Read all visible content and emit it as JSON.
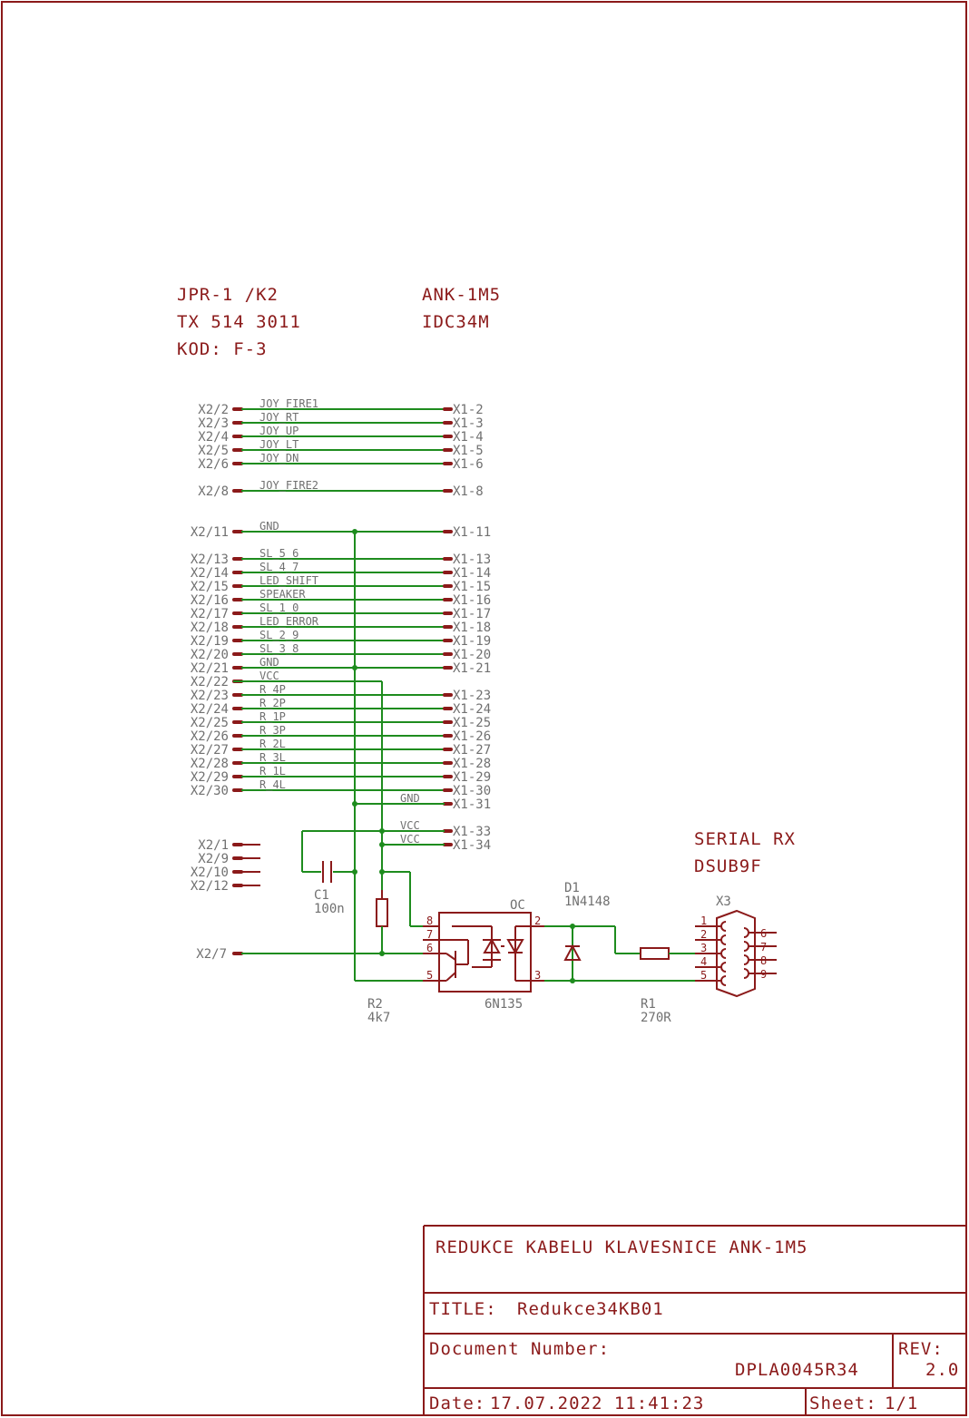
{
  "notes": {
    "left": [
      "JPR-1 /K2",
      "TX 514 3011",
      "KOD: F-3"
    ],
    "right": [
      "ANK-1M5",
      "IDC34M"
    ],
    "serial": [
      "SERIAL RX",
      "DSUB9F"
    ]
  },
  "connections": [
    {
      "l": "X2/2",
      "net": "JOY_FIRE1",
      "r": "X1-2"
    },
    {
      "l": "X2/3",
      "net": "JOY_RT",
      "r": "X1-3"
    },
    {
      "l": "X2/4",
      "net": "JOY_UP",
      "r": "X1-4"
    },
    {
      "l": "X2/5",
      "net": "JOY_LT",
      "r": "X1-5"
    },
    {
      "l": "X2/6",
      "net": "JOY_DN",
      "r": "X1-6"
    },
    {
      "l": "X2/8",
      "net": "JOY_FIRE2",
      "r": "X1-8"
    },
    {
      "l": "X2/11",
      "net": "GND",
      "r": "X1-11"
    },
    {
      "l": "X2/13",
      "net": "SL_5_6",
      "r": "X1-13"
    },
    {
      "l": "X2/14",
      "net": "SL_4_7",
      "r": "X1-14"
    },
    {
      "l": "X2/15",
      "net": "LED_SHIFT",
      "r": "X1-15"
    },
    {
      "l": "X2/16",
      "net": "SPEAKER",
      "r": "X1-16"
    },
    {
      "l": "X2/17",
      "net": "SL_1_0",
      "r": "X1-17"
    },
    {
      "l": "X2/18",
      "net": "LED_ERROR",
      "r": "X1-18"
    },
    {
      "l": "X2/19",
      "net": "SL_2_9",
      "r": "X1-19"
    },
    {
      "l": "X2/20",
      "net": "SL_3_8",
      "r": "X1-20"
    },
    {
      "l": "X2/21",
      "net": "GND",
      "r": "X1-21"
    },
    {
      "l": "X2/22",
      "net": "VCC",
      "r": ""
    },
    {
      "l": "X2/23",
      "net": "R_4P",
      "r": "X1-23"
    },
    {
      "l": "X2/24",
      "net": "R_2P",
      "r": "X1-24"
    },
    {
      "l": "X2/25",
      "net": "R_1P",
      "r": "X1-25"
    },
    {
      "l": "X2/26",
      "net": "R_3P",
      "r": "X1-26"
    },
    {
      "l": "X2/27",
      "net": "R_2L",
      "r": "X1-27"
    },
    {
      "l": "X2/28",
      "net": "R_3L",
      "r": "X1-28"
    },
    {
      "l": "X2/29",
      "net": "R_1L",
      "r": "X1-29"
    },
    {
      "l": "X2/30",
      "net": "R_4L",
      "r": "X1-30"
    }
  ],
  "right_only": [
    {
      "net": "GND",
      "r": "X1-31"
    },
    {
      "net": "VCC",
      "r": "X1-33"
    },
    {
      "net": "VCC",
      "r": "X1-34"
    }
  ],
  "unconnected": [
    "X2/1",
    "X2/9",
    "X2/10",
    "X2/12"
  ],
  "x2_7": "X2/7",
  "components": {
    "c1": {
      "name": "C1",
      "value": "100n"
    },
    "r2": {
      "name": "R2",
      "value": "4k7"
    },
    "oc": {
      "name": "OC",
      "value": "6N135",
      "pins": [
        "8",
        "7",
        "6",
        "5",
        "2",
        "3"
      ]
    },
    "d1": {
      "name": "D1",
      "value": "1N4148"
    },
    "r1": {
      "name": "R1",
      "value": "270R"
    },
    "x3": {
      "name": "X3",
      "pins_left": [
        "1",
        "2",
        "3",
        "4",
        "5"
      ],
      "pins_right": [
        "6",
        "7",
        "8",
        "9"
      ]
    }
  },
  "title_block": {
    "heading": "REDUKCE KABELU KLAVESNICE ANK-1M5",
    "title_label": "TITLE:",
    "title_value": "Redukce34KB01",
    "docnum_label": "Document Number:",
    "docnum_value": "DPLA0045R34",
    "rev_label": "REV:",
    "rev_value": "2.0",
    "date_label": "Date:",
    "date_value": "17.07.2022 11:41:23",
    "sheet_label": "Sheet:",
    "sheet_value": "1/1"
  }
}
